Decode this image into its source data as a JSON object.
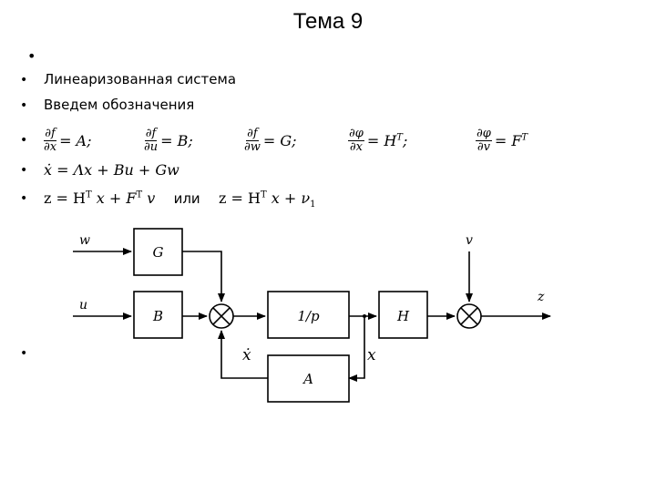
{
  "slide": {
    "title": "Тема 9",
    "empty_bullet": "•",
    "bullets": [
      "•",
      "•",
      "•",
      "•",
      "•",
      "•"
    ],
    "line1": "Линеаризованная система",
    "line2": "Введем обозначения",
    "fractions": [
      {
        "num": "∂f",
        "den": "∂x",
        "rhs": "= A;"
      },
      {
        "num": "∂f",
        "den": "∂u",
        "rhs": "= B;"
      },
      {
        "num": "∂f",
        "den": "∂w",
        "rhs": "= G;"
      },
      {
        "num": "∂φ",
        "den": "∂x",
        "rhs": "= H",
        "sup": "T",
        "tail": ";"
      },
      {
        "num": "∂φ",
        "den": "∂v",
        "rhs": "= F",
        "sup": "T",
        "tail": ""
      }
    ],
    "state_eq": "ẋ = Λx + Bu + Gw",
    "out_eq": {
      "left": "z = H",
      "left_sup": "T",
      "left_rest": "x + F",
      "left_sup2": "T",
      "left_tail": "v",
      "or": "или",
      "right": "z = H",
      "right_sup": "T",
      "right_rest": "x + ν",
      "right_sub": "1"
    }
  },
  "diagram": {
    "labels": {
      "w": "w",
      "u": "u",
      "v": "v",
      "z": "z",
      "G": "G",
      "B": "B",
      "integrator": "1/p",
      "H": "H",
      "A": "A",
      "xdot": "ẋ",
      "x": "x"
    }
  }
}
